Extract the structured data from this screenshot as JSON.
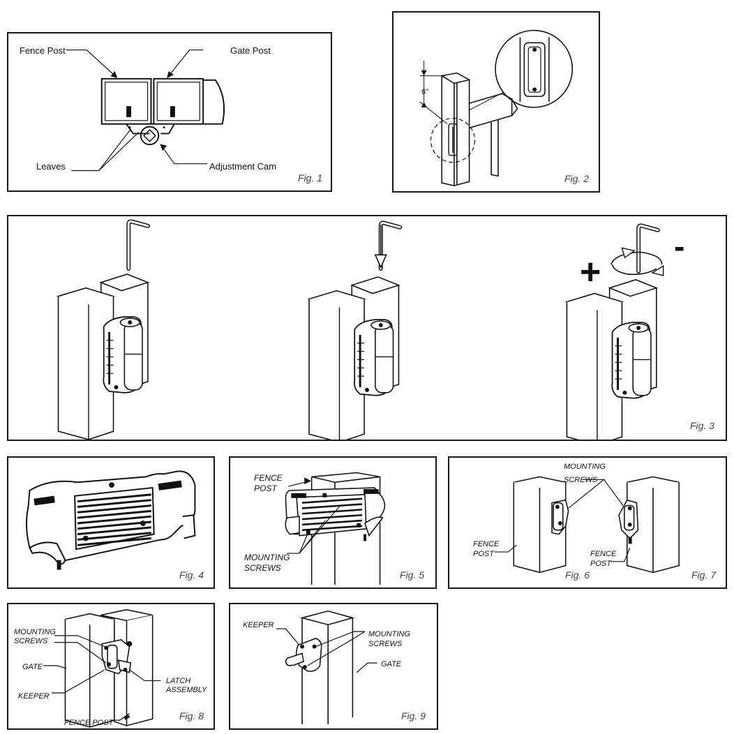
{
  "fig1": {
    "caption": "Fig. 1",
    "fence_post": "Fence Post",
    "gate_post": "Gate Post",
    "leaves": "Leaves",
    "adjustment_cam": "Adjustment Cam"
  },
  "fig2": {
    "caption": "Fig. 2",
    "dimension": "6\""
  },
  "fig3": {
    "caption": "Fig. 3",
    "plus": "+",
    "minus": "-"
  },
  "fig4": {
    "caption": "Fig. 4"
  },
  "fig5": {
    "caption": "Fig. 5",
    "fence_post": "FENCE\nPOST",
    "mounting_screws": "MOUNTING\nSCREWS"
  },
  "fig67": {
    "caption_6": "Fig. 6",
    "caption_7": "Fig. 7",
    "mounting_screws": "MOUNTING\nSCREWS",
    "fence_post_left": "FENCE\nPOST",
    "fence_post_right": "FENCE\nPOST"
  },
  "fig8": {
    "caption": "Fig. 8",
    "mounting_screws": "MOUNTING\nSCREWS",
    "gate": "GATE",
    "keeper": "KEEPER",
    "latch_assembly": "LATCH\nASSEMBLY",
    "fence_post": "FENCE POST"
  },
  "fig9": {
    "caption": "Fig. 9",
    "keeper": "KEEPER",
    "mounting_screws": "MOUNTING\nSCREWS",
    "gate": "GATE"
  }
}
